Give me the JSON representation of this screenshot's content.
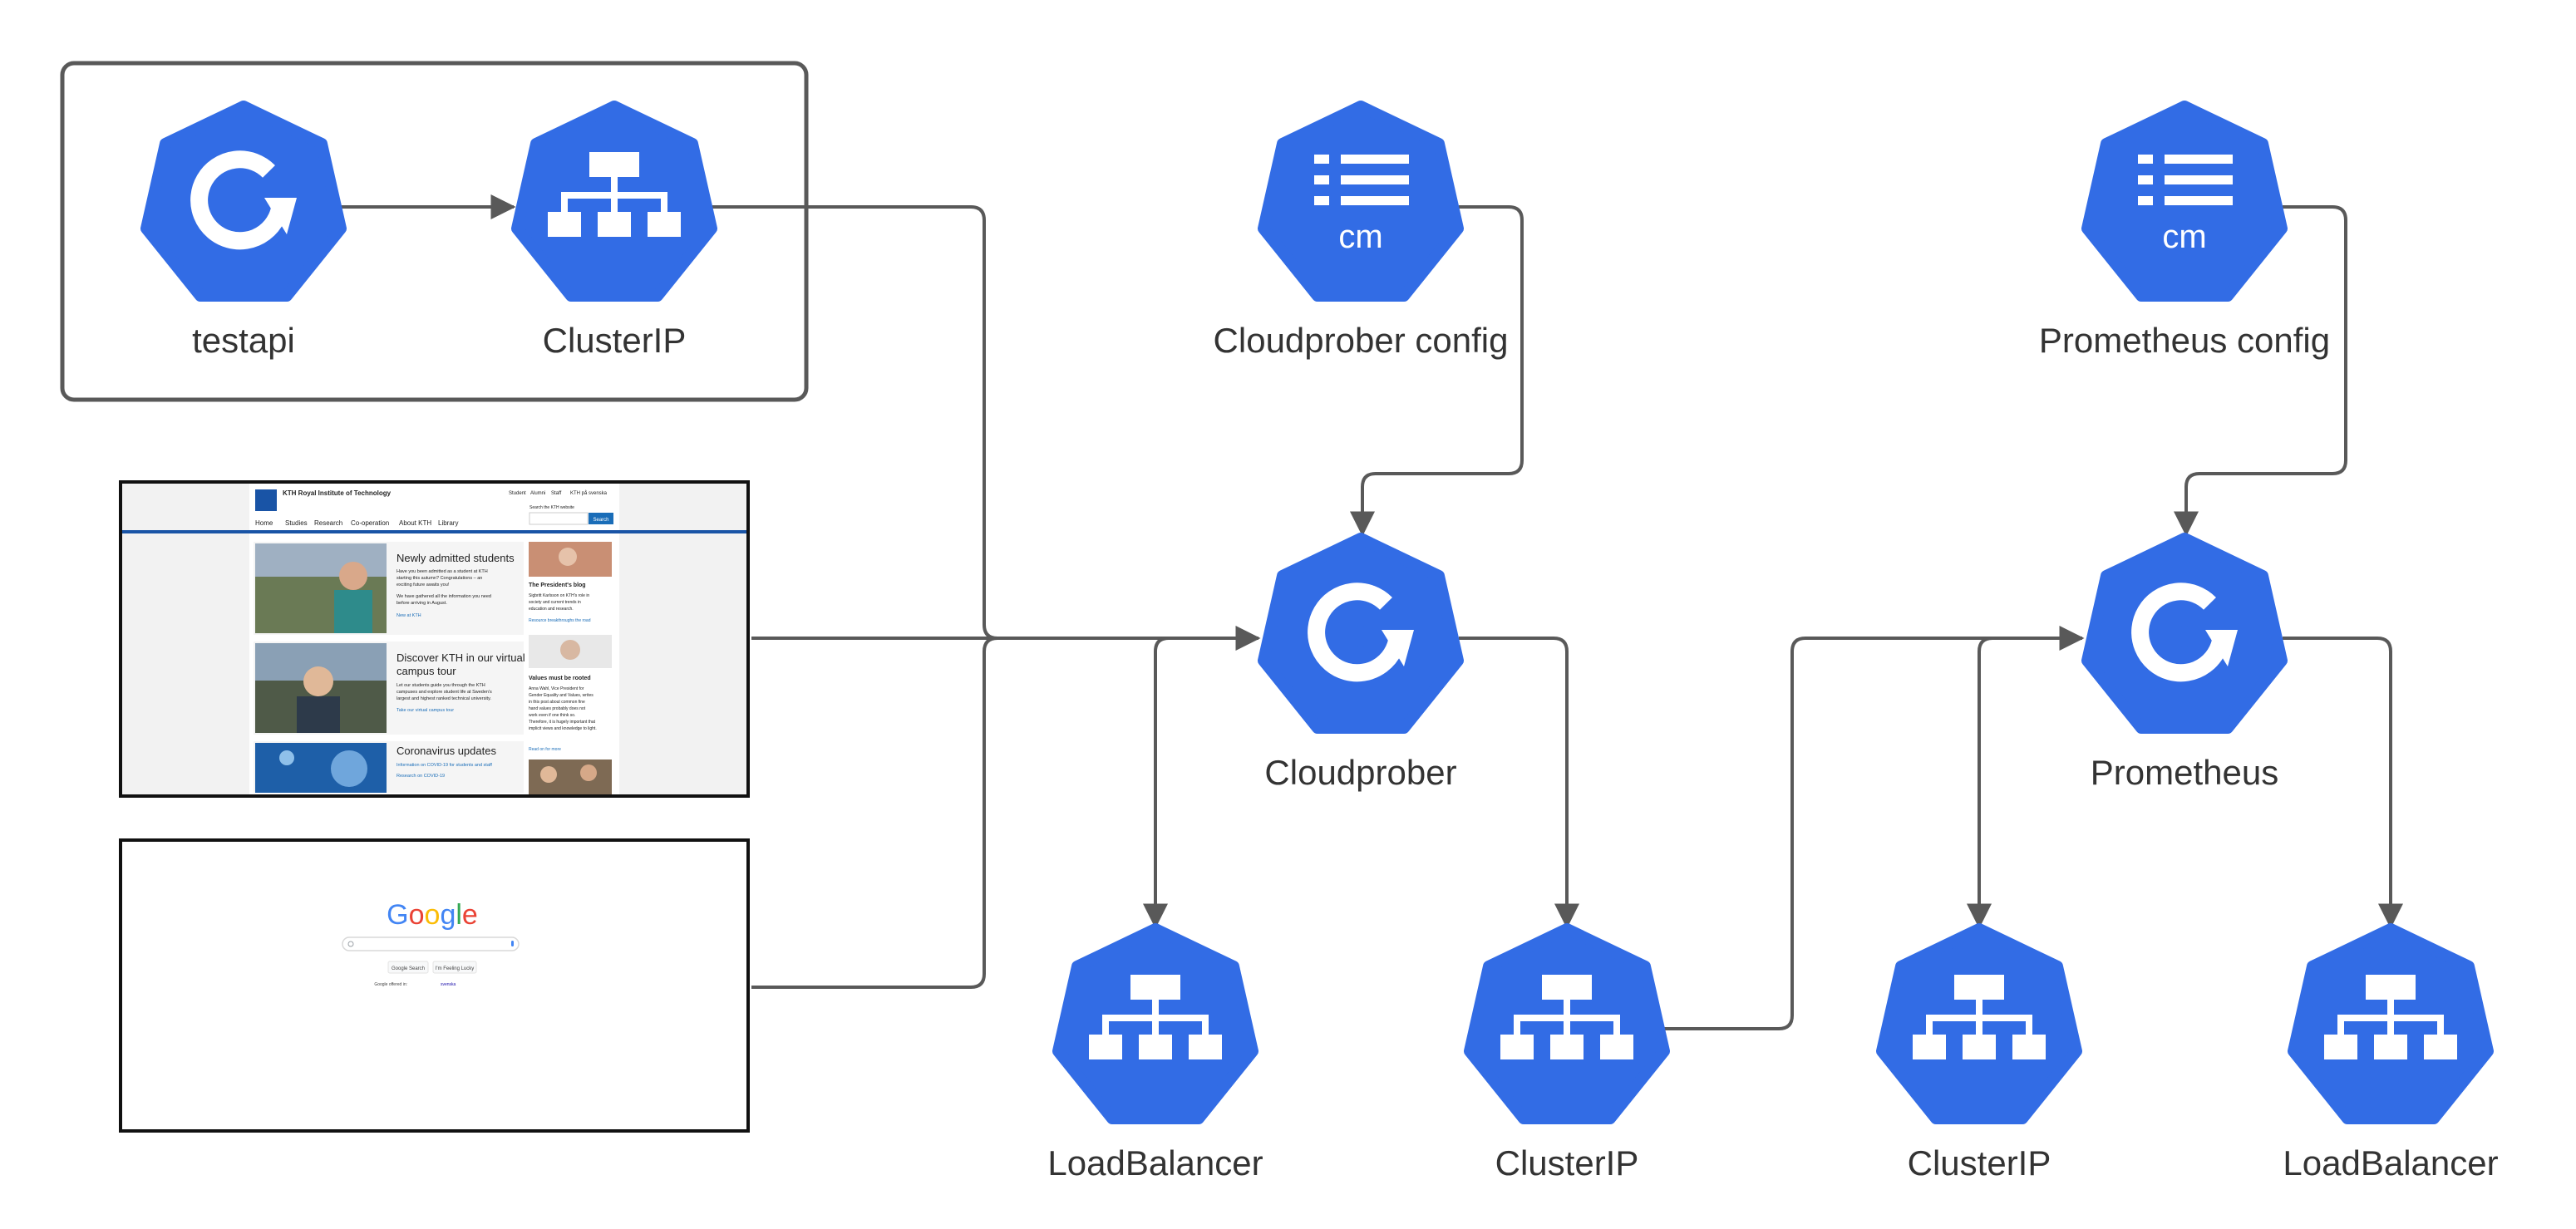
{
  "colors": {
    "hex_fill": "#326ce5",
    "connector": "#595959",
    "label": "#333333",
    "kth_blue": "#1954a6",
    "kth_link": "#1a6db8"
  },
  "nodes": {
    "testapi": {
      "label": "testapi",
      "icon": "deployment-icon"
    },
    "clusterip_app": {
      "label": "ClusterIP",
      "icon": "service-icon"
    },
    "cloudprober_config": {
      "label": "Cloudprober config",
      "icon_text": "cm",
      "icon": "configmap-icon"
    },
    "prometheus_config": {
      "label": "Prometheus config",
      "icon_text": "cm",
      "icon": "configmap-icon"
    },
    "cloudprober": {
      "label": "Cloudprober",
      "icon": "deployment-icon"
    },
    "prometheus": {
      "label": "Prometheus",
      "icon": "deployment-icon"
    },
    "lb_cloudprober": {
      "label": "LoadBalancer",
      "icon": "service-icon"
    },
    "clusterip_cloudprober": {
      "label": "ClusterIP",
      "icon": "service-icon"
    },
    "clusterip_prometheus": {
      "label": "ClusterIP",
      "icon": "service-icon"
    },
    "lb_prometheus": {
      "label": "LoadBalancer",
      "icon": "service-icon"
    }
  },
  "kth_screenshot": {
    "site_name": "KTH Royal Institute of Technology",
    "top_links": [
      "Student",
      "Alumni",
      "Staff",
      "KTH på svenska"
    ],
    "search_label": "Search the KTH website",
    "search_button": "Search",
    "nav": [
      "Home",
      "Studies",
      "Research",
      "Co-operation",
      "About KTH",
      "Library"
    ],
    "cards": [
      {
        "title": "Newly admitted students",
        "body": [
          "Have you been admitted as a student at KTH",
          "starting this autumn? Congratulations – an",
          "exciting future awaits you!",
          "We have gathered all the information you need",
          "before arriving in August."
        ],
        "link": "New at KTH"
      },
      {
        "title": "Discover KTH in our virtual",
        "title2": "campus tour",
        "body": [
          "Let our students guide you through the KTH",
          "campuses and explore student life at Sweden's",
          "largest and highest ranked technical university."
        ],
        "link": "Take our virtual campus tour"
      },
      {
        "title": "Coronavirus updates",
        "body": [],
        "link": "Information on COVID-19 for students and staff",
        "link2": "Research on COVID-19"
      }
    ],
    "sidebar": [
      {
        "title": "The President's blog",
        "body": [
          "Sigbritt Karlsson on KTH's role in",
          "society and current trends in",
          "education and research."
        ],
        "link": "Resource breakthroughs the road"
      },
      {
        "title": "Values must be rooted",
        "body": [
          "Anna Wahl, Vice President for",
          "Gender Equality and Values, writes",
          "in this post about common fine",
          "hand values probably does not",
          "work even if one think so.",
          "Therefore, it is hugely important that",
          "implicit views and knowledge to light."
        ],
        "link": "Read on for more"
      }
    ]
  },
  "google_screenshot": {
    "logo_letters": [
      {
        "ch": "G",
        "color": "#4285f4"
      },
      {
        "ch": "o",
        "color": "#ea4335"
      },
      {
        "ch": "o",
        "color": "#fbbc05"
      },
      {
        "ch": "g",
        "color": "#4285f4"
      },
      {
        "ch": "l",
        "color": "#34a853"
      },
      {
        "ch": "e",
        "color": "#ea4335"
      }
    ],
    "buttons": [
      "Google Search",
      "I'm Feeling Lucky"
    ],
    "offered_in": "Google offered in:",
    "offered_lang": "svenska"
  }
}
